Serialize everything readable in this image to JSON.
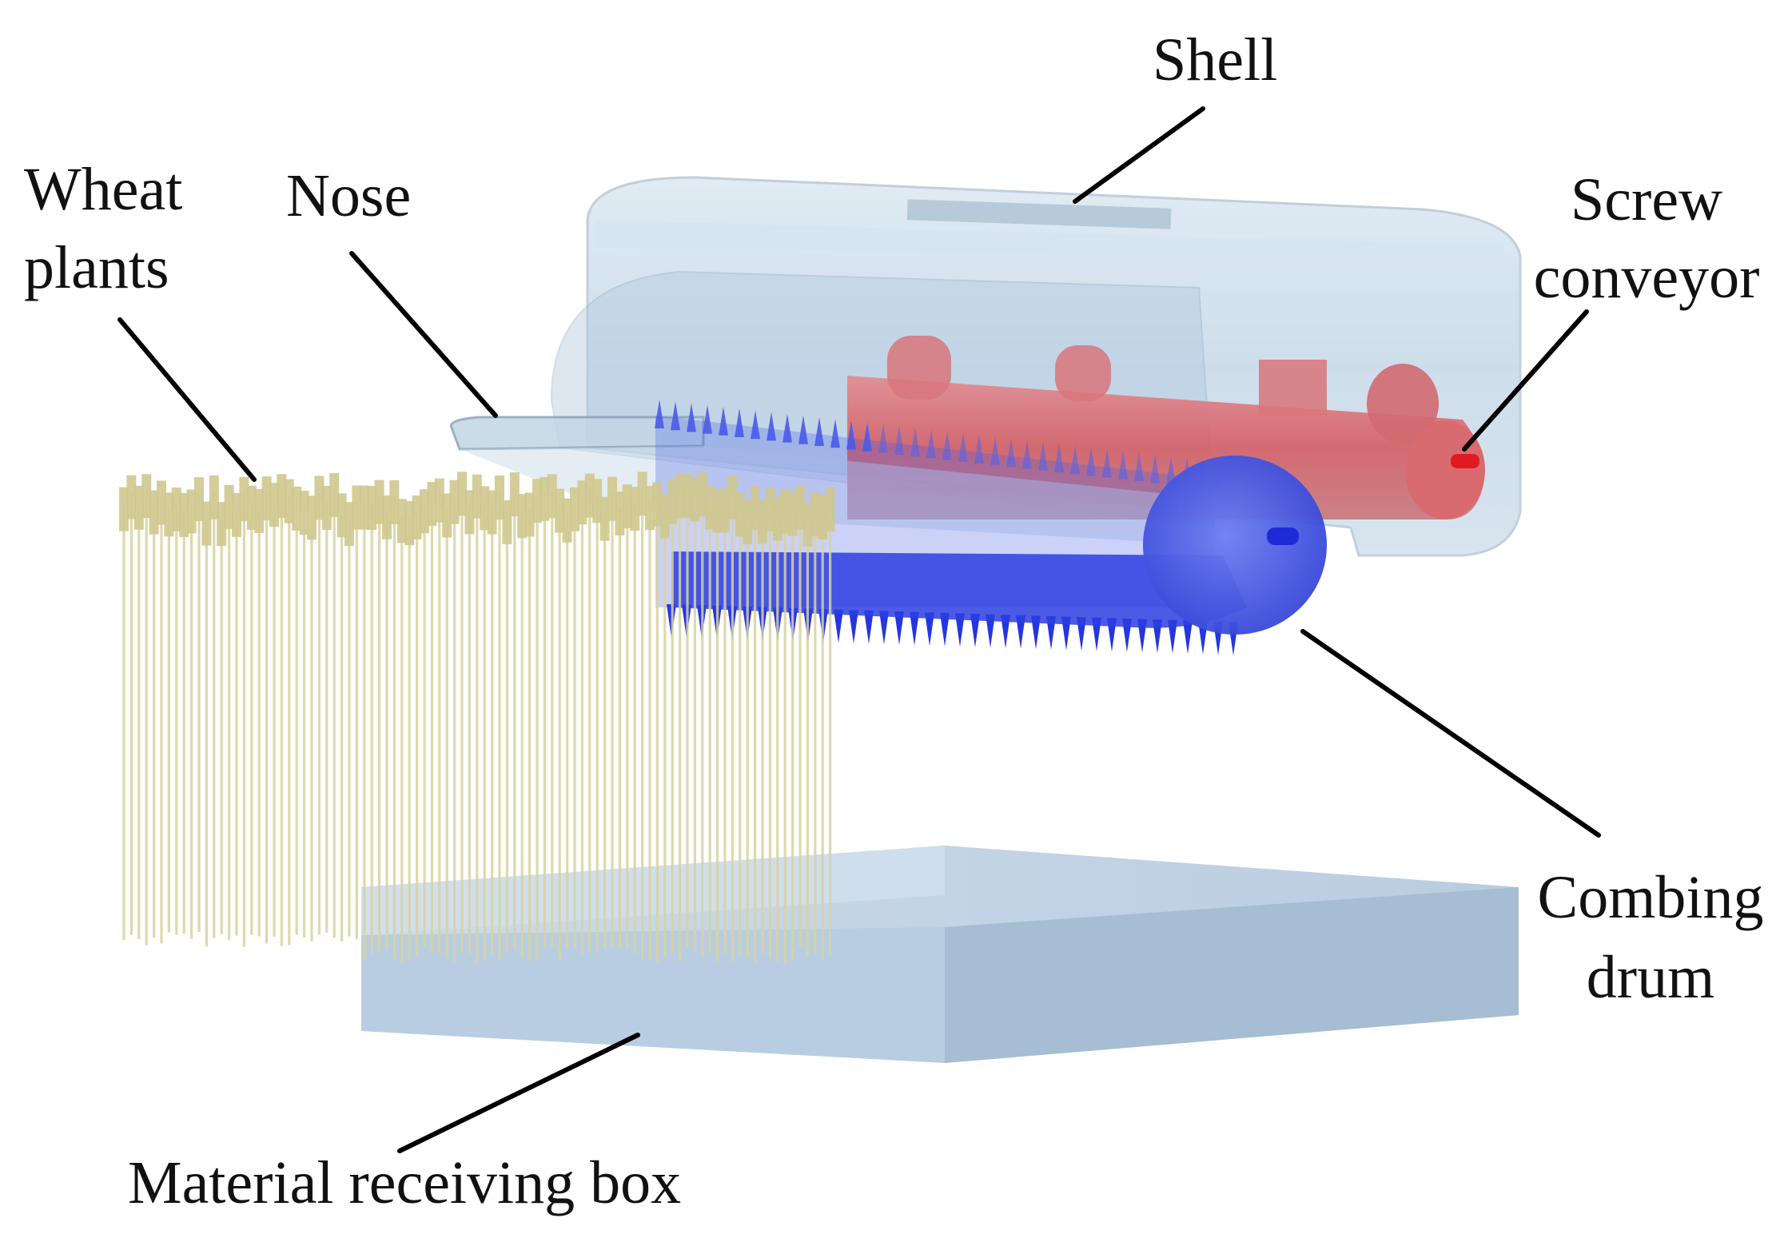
{
  "labels": {
    "shell": "Shell",
    "wheat_line1": "Wheat",
    "wheat_line2": "plants",
    "nose": "Nose",
    "screw_line1": "Screw",
    "screw_line2": "conveyor",
    "combing_line1": "Combing",
    "combing_line2": "drum",
    "box": "Material receiving box"
  },
  "colors": {
    "shell": "#a9c6dc",
    "screw_conveyor": "#d9646a",
    "combing_drum": "#2e3fe0",
    "wheat_plants": "#d8d3a0",
    "receiving_box": "#b7cce2",
    "leader_lines": "#000000"
  }
}
